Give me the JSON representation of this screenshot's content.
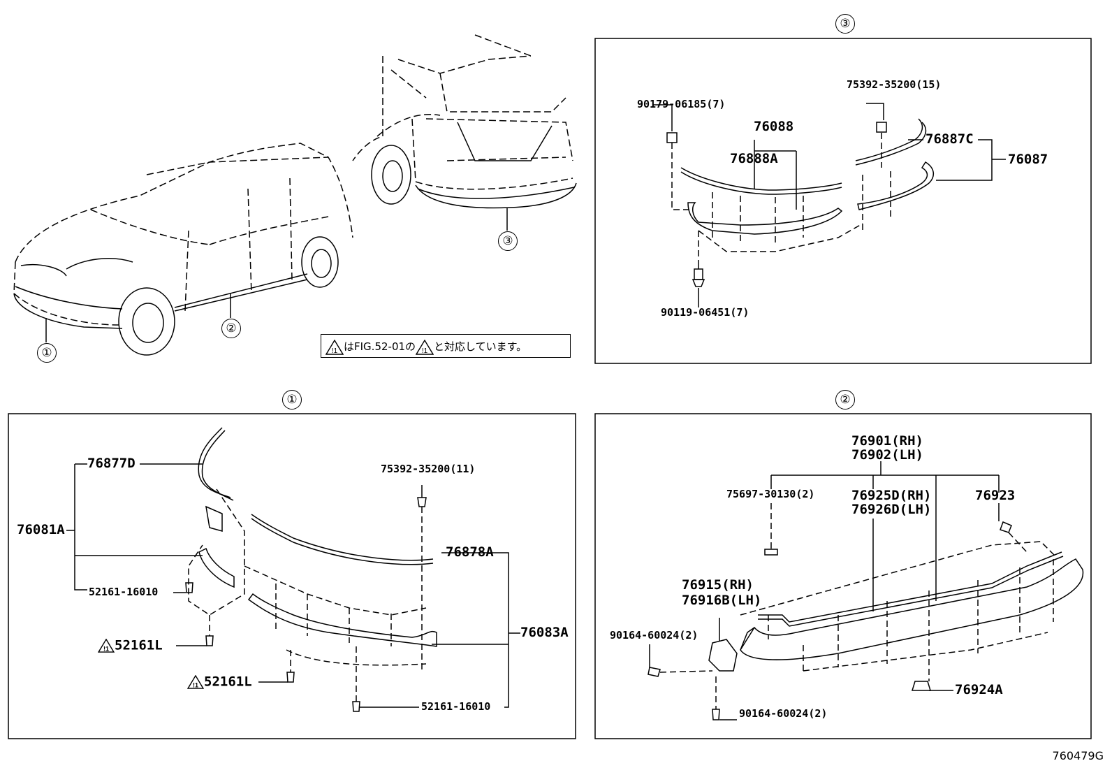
{
  "section_markers": {
    "s1": "①",
    "s2": "②",
    "s3": "③"
  },
  "overview_callouts": {
    "c1": "①",
    "c2": "②",
    "c3": "③"
  },
  "note": {
    "part1": "はFIG.52-01の",
    "part2": "と対応しています。",
    "icon": "warning-triangle-icon",
    "icon_text": "!1"
  },
  "panel3": {
    "p90179": "90179-06185(7)",
    "p75392": "75392-35200(15)",
    "p76088": "76088",
    "p76888A": "76888A",
    "p76887C": "76887C",
    "p76087": "76087",
    "p90119": "90119-06451(7)"
  },
  "panel1": {
    "p76877D": "76877D",
    "p75392": "75392-35200(11)",
    "p76081A": "76081A",
    "p76878A": "76878A",
    "p52161a": "52161-16010",
    "p76083A": "76083A",
    "p52161L_1": "52161L",
    "p52161L_2": "52161L",
    "p52161b": "52161-16010"
  },
  "panel2": {
    "p76901": "76901(RH)",
    "p76902": "76902(LH)",
    "p75697": "75697-30130(2)",
    "p76925D": "76925D(RH)",
    "p76926D": "76926D(LH)",
    "p76923": "76923",
    "p76915": "76915(RH)",
    "p76916B": "76916B(LH)",
    "p90164a": "90164-60024(2)",
    "p76924A": "76924A",
    "p90164b": "90164-60024(2)"
  },
  "diagram_id": "760479G"
}
